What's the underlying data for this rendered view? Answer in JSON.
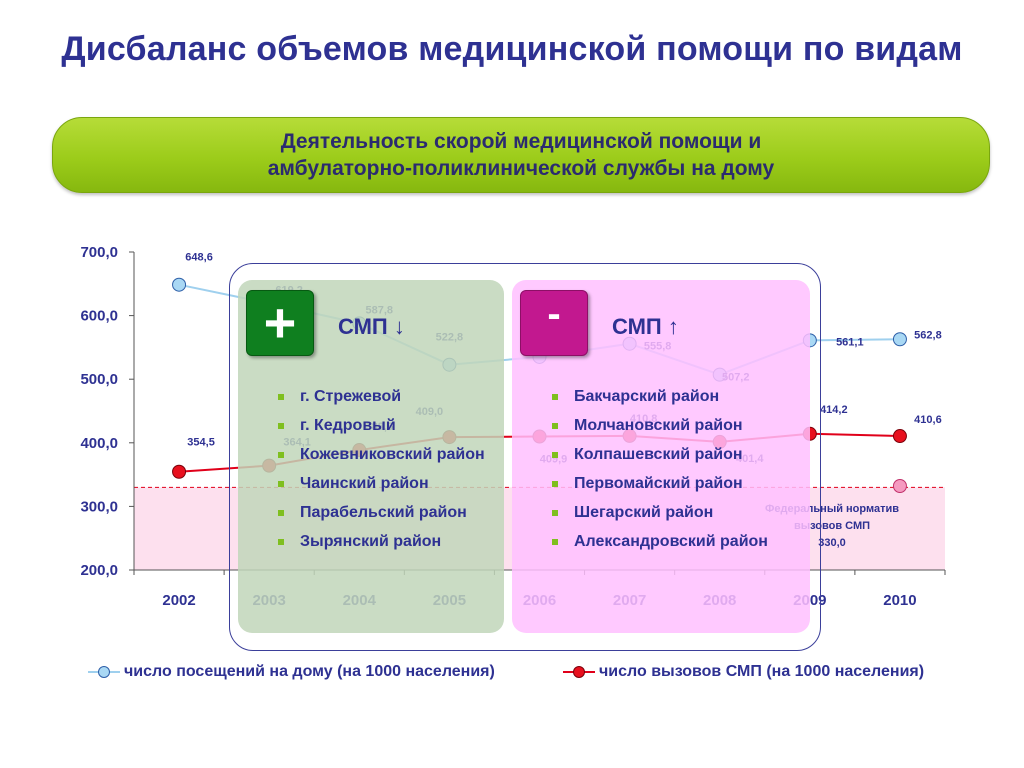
{
  "title": "Дисбаланс объемов медицинской помощи по видам",
  "banner": {
    "line1": "Деятельность скорой медицинской помощи и",
    "line2": "амбулаторно-поликлинической службы на дому"
  },
  "chart_data": {
    "type": "line",
    "x": [
      "2002",
      "2003",
      "2004",
      "2005",
      "2006",
      "2007",
      "2008",
      "2009",
      "2010"
    ],
    "ylim": [
      200,
      700
    ],
    "yticks": [
      "200,0",
      "300,0",
      "400,0",
      "500,0",
      "600,0",
      "700,0"
    ],
    "series": [
      {
        "name": "число посещений на дому (на 1000 населения)",
        "values": [
          648.6,
          619.2,
          587.8,
          522.8,
          535.0,
          555.8,
          507.2,
          561.1,
          562.8
        ],
        "labels": [
          "648,6",
          "619,2",
          "587,8",
          "522,8",
          "",
          "555,8",
          "507,2",
          "561,1",
          "562,8"
        ],
        "color": "#9fd0ee",
        "marker_fill": "#a9d8f4",
        "marker_stroke": "#2e5fa8"
      },
      {
        "name": "число вызовов СМП (на 1000 населения)",
        "values": [
          354.5,
          364.1,
          388.6,
          409.0,
          409.9,
          410.8,
          401.4,
          414.2,
          410.6
        ],
        "labels": [
          "354,5",
          "364,1",
          "388,6",
          "409,0",
          "409,9",
          "410,8",
          "401,4",
          "414,2",
          "410,6"
        ],
        "color": "#e0001a",
        "marker_fill": "#e8101e",
        "marker_stroke": "#7a000a"
      }
    ],
    "norm": {
      "value": 330.0,
      "label_line1": "Федеральный норматив",
      "label_line2": "вызовов СМП",
      "label_value": "330,0",
      "color": "#e0001a",
      "band_color": "#fde0ee",
      "marker_fill": "#f59ac0"
    }
  },
  "panels": {
    "left": {
      "sign": "+",
      "title": "СМП ↓",
      "items": [
        "г. Стрежевой",
        "г. Кедровый",
        "Кожевниковский район",
        "Чаинский район",
        "Парабельский район",
        "Зырянский район"
      ]
    },
    "right": {
      "sign": "-",
      "title": "СМП ↑",
      "items": [
        "Бакчарский район",
        "Молчановский район",
        "Колпашевский район",
        "Первомайский район",
        "Шегарский район",
        "Александровский район"
      ]
    }
  },
  "legend": {
    "visits": "число посещений на дому (на 1000 населения)",
    "calls": "число вызовов СМП (на 1000 населения)"
  }
}
